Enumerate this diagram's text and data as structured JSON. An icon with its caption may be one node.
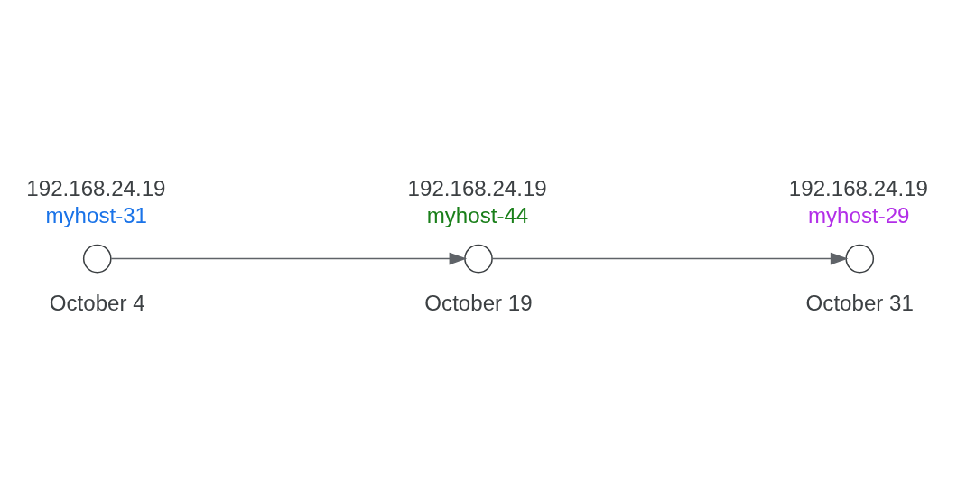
{
  "diagram": {
    "nodes": [
      {
        "text": [],
        "shape": "circle",
        "beside": [
          "192.168.24.19",
          "myhost-31",
          "October 4"
        ]
      },
      {
        "text": [],
        "shape": "circle",
        "beside": [
          "192.168.24.19",
          "myhost-44",
          "October 19"
        ]
      },
      {
        "text": [],
        "shape": "circle",
        "beside": [
          "192.168.24.19",
          "myhost-29",
          "October 31"
        ]
      }
    ],
    "edges": [
      {
        "from": 0,
        "to": 1,
        "arrow": "to"
      },
      {
        "from": 1,
        "to": 2,
        "arrow": "to"
      }
    ]
  }
}
